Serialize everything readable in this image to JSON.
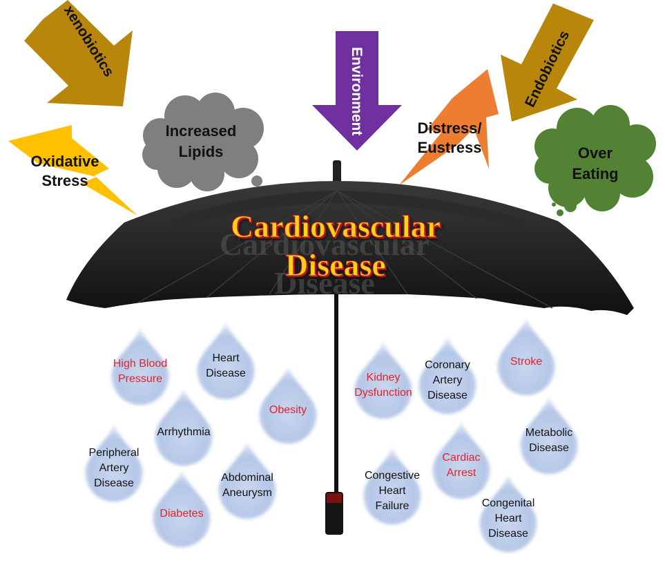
{
  "diagram": {
    "title_line1": "Cardiovascular",
    "title_line2": "Disease",
    "factors": {
      "xenobiotics": "xenobiotics",
      "environment": "Environment",
      "endobiotics": "Endobiotics",
      "oxidative_stress_line1": "Oxidative",
      "oxidative_stress_line2": "Stress",
      "increased_lipids_line1": "Increased",
      "increased_lipids_line2": "Lipids",
      "distress_line1": "Distress/",
      "distress_line2": "Eustress",
      "over_eating_line1": "Over",
      "over_eating_line2": "Eating"
    },
    "drops": [
      {
        "line1": "High Blood",
        "line2": "Pressure",
        "line3": ""
      },
      {
        "line1": "Heart",
        "line2": "Disease",
        "line3": ""
      },
      {
        "line1": "Obesity",
        "line2": "",
        "line3": ""
      },
      {
        "line1": "Arrhythmia",
        "line2": "",
        "line3": ""
      },
      {
        "line1": "Peripheral",
        "line2": "Artery",
        "line3": "Disease"
      },
      {
        "line1": "Abdominal",
        "line2": "Aneurysm",
        "line3": ""
      },
      {
        "line1": "Diabetes",
        "line2": "",
        "line3": ""
      },
      {
        "line1": "Kidney",
        "line2": "Dysfunction",
        "line3": ""
      },
      {
        "line1": "Coronary",
        "line2": "Artery",
        "line3": "Disease"
      },
      {
        "line1": "Stroke",
        "line2": "",
        "line3": ""
      },
      {
        "line1": "Metabolic",
        "line2": "Disease",
        "line3": ""
      },
      {
        "line1": "Cardiac",
        "line2": "Arrest",
        "line3": ""
      },
      {
        "line1": "Congestive",
        "line2": "Heart",
        "line3": "Failure"
      },
      {
        "line1": "Congenital",
        "line2": "Heart",
        "line3": "Disease"
      }
    ],
    "colors": {
      "xenobiotics_arrow": "#b8860b",
      "environment_arrow": "#7030a0",
      "endobiotics_arrow": "#b8860b",
      "oxidative_bolt": "#ffc000",
      "distress_bolt": "#ed7d31",
      "lipids_cloud": "#7f7f7f",
      "eating_cloud": "#548235",
      "drop": "#b4c7e7",
      "red_text": "#e8202a",
      "umbrella": "#1c1c1c"
    }
  }
}
